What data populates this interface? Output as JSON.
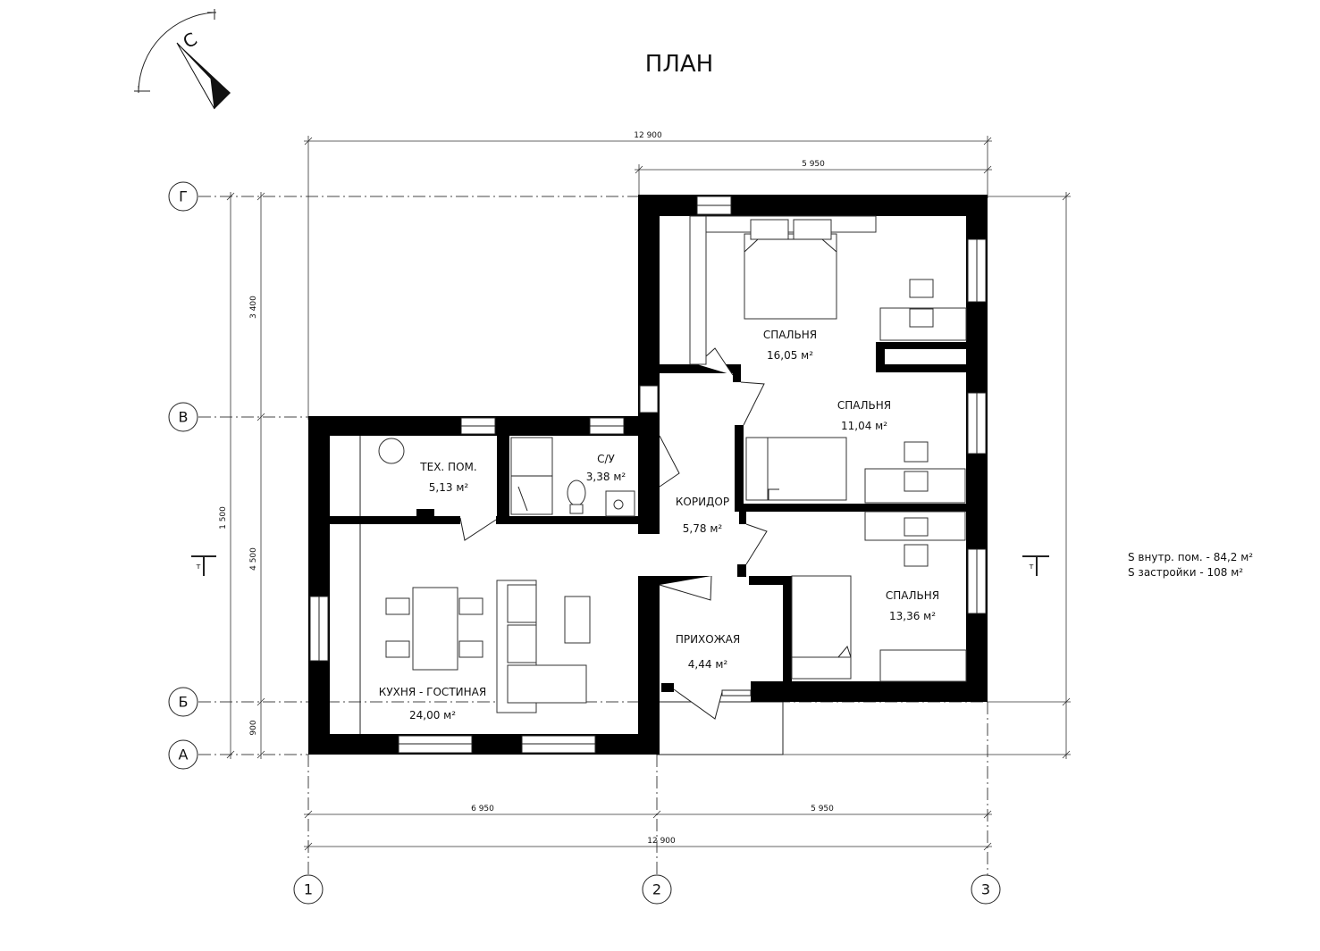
{
  "title": "ПЛАН",
  "compass": {
    "north_label": "С",
    "icon": "north-arrow-icon"
  },
  "rooms": [
    {
      "name": "СПАЛЬНЯ",
      "area": "16,05 м²"
    },
    {
      "name": "СПАЛЬНЯ",
      "area": "11,04 м²"
    },
    {
      "name": "СПАЛЬНЯ",
      "area": "13,36 м²"
    },
    {
      "name": "ТЕХ. ПОМ.",
      "area": "5,13 м²"
    },
    {
      "name": "С/У",
      "area": "3,38 м²"
    },
    {
      "name": "КОРИДОР",
      "area": "5,78 м²"
    },
    {
      "name": "ПРИХОЖАЯ",
      "area": "4,44 м²"
    },
    {
      "name": "КУХНЯ - ГОСТИНАЯ",
      "area": "24,00 м²"
    }
  ],
  "dimensions": {
    "top_total": "12 900",
    "top_right": "5 950",
    "bottom_left": "6 950",
    "bottom_right": "5 950",
    "bottom_total": "12 900",
    "left_outer": "1 500",
    "left_g_v": "3 400",
    "left_v_b": "4 500",
    "left_b_a": "900"
  },
  "axes": {
    "rows": [
      "Г",
      "В",
      "Б",
      "А"
    ],
    "cols": [
      "1",
      "2",
      "3"
    ]
  },
  "section_mark": "т",
  "summary": {
    "inner_area": "S внутр. пом. - 84,2 м²",
    "built_area": "S застройки - 108 м²"
  }
}
